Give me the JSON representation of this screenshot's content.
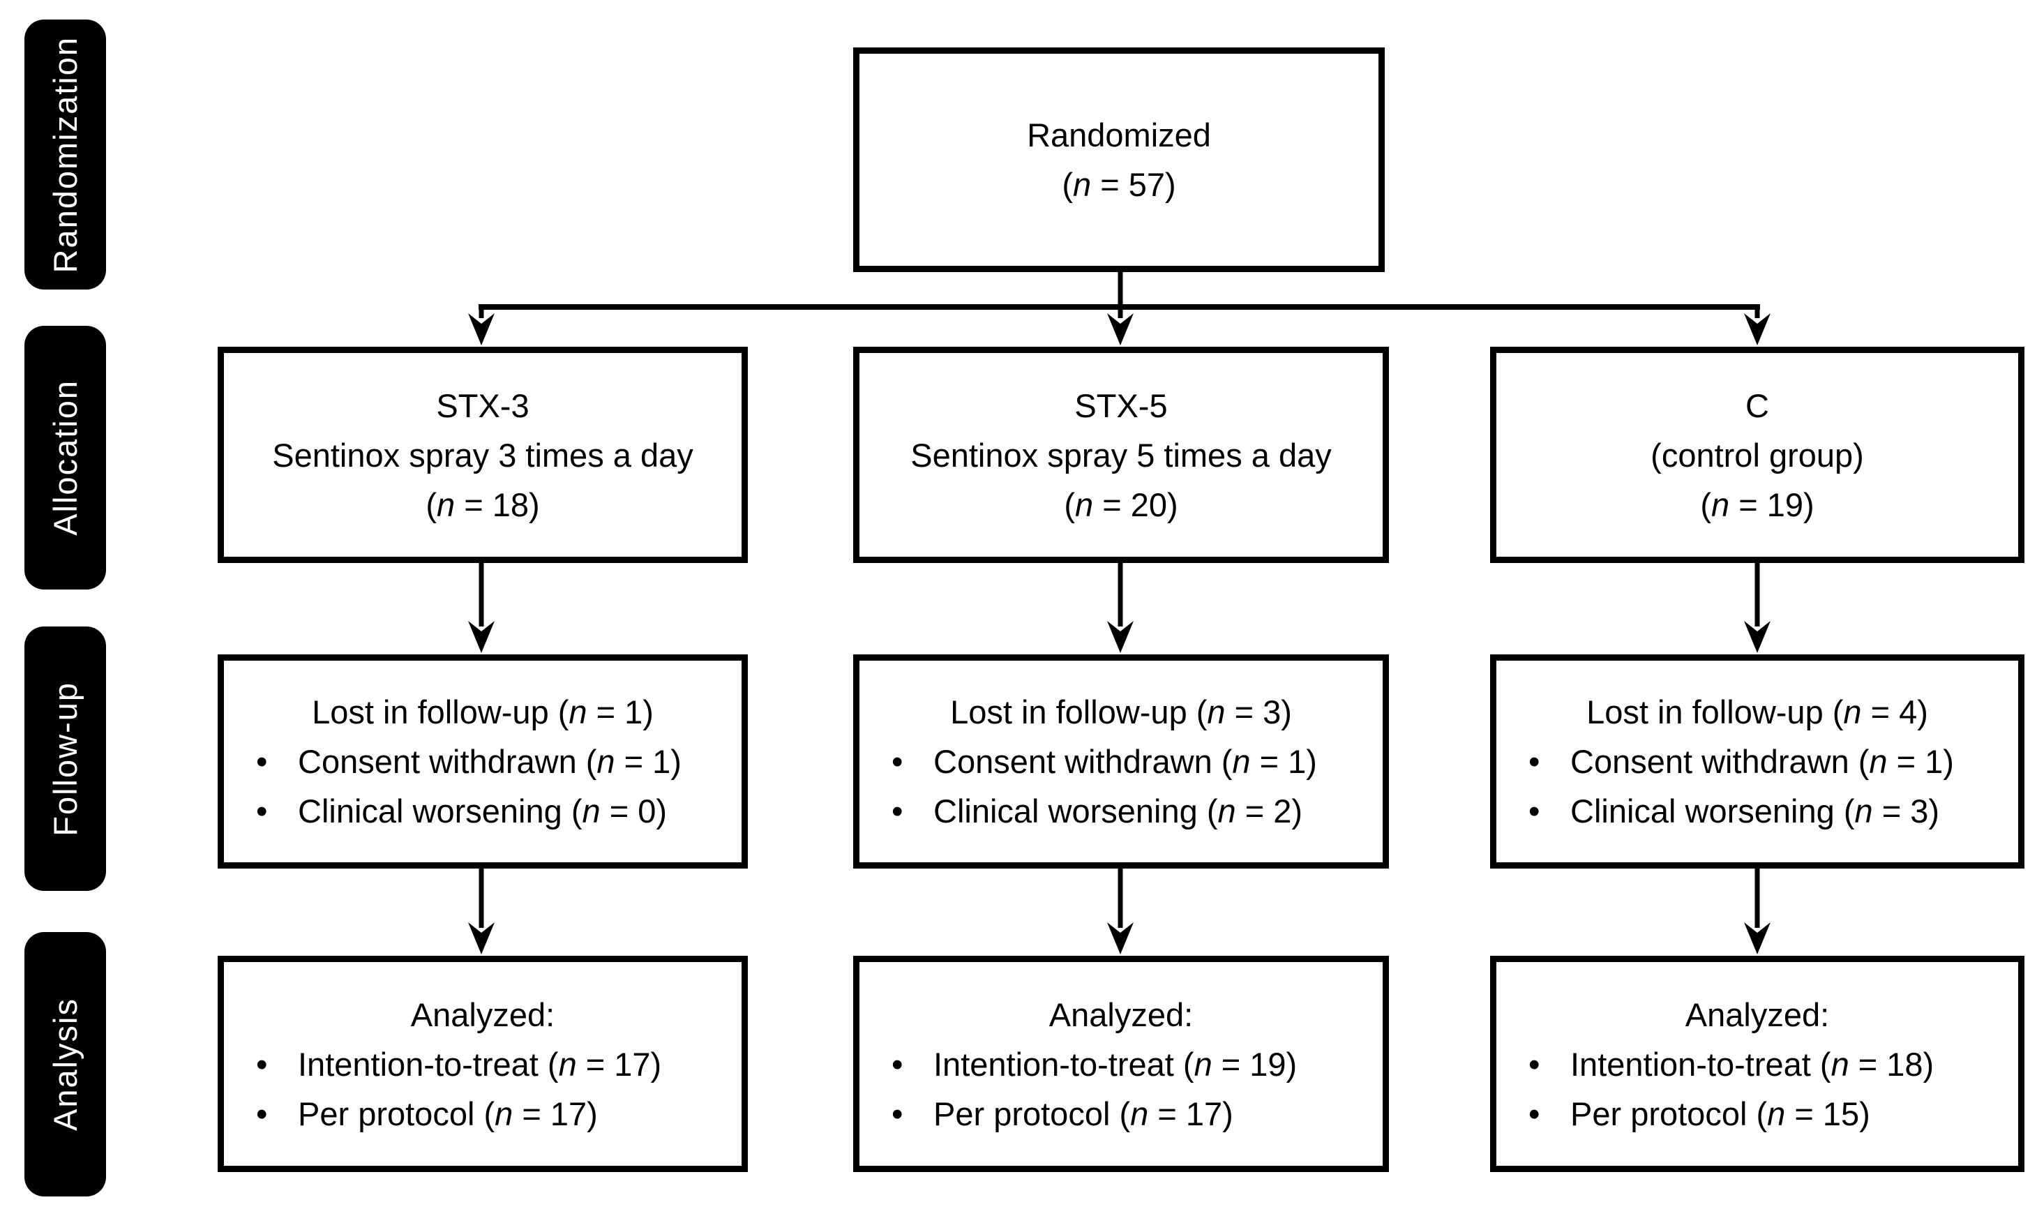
{
  "bullet": "•",
  "stages": [
    {
      "label": "Randomization"
    },
    {
      "label": "Allocation"
    },
    {
      "label": "Follow-up"
    },
    {
      "label": "Analysis"
    }
  ],
  "randomized": {
    "title": "Randomized",
    "n": {
      "pre": "(",
      "sym": "n",
      "post": " = 57)"
    }
  },
  "columns": [
    {
      "allocation": {
        "name": "STX-3",
        "desc": "Sentinox spray 3 times a day",
        "n": {
          "pre": "(",
          "sym": "n",
          "post": " = 18)"
        }
      },
      "followup": {
        "header": {
          "pre": "Lost in follow-up (",
          "sym": "n",
          "post": " = 1)"
        },
        "items": [
          {
            "pre": "Consent withdrawn (",
            "sym": "n",
            "post": " = 1)"
          },
          {
            "pre": "Clinical worsening (",
            "sym": "n",
            "post": " = 0)"
          }
        ]
      },
      "analysis": {
        "header": "Analyzed:",
        "items": [
          {
            "pre": "Intention-to-treat (",
            "sym": "n",
            "post": " = 17)"
          },
          {
            "pre": "Per protocol (",
            "sym": "n",
            "post": " = 17)"
          }
        ]
      }
    },
    {
      "allocation": {
        "name": "STX-5",
        "desc": "Sentinox spray 5 times a day",
        "n": {
          "pre": "(",
          "sym": "n",
          "post": " = 20)"
        }
      },
      "followup": {
        "header": {
          "pre": "Lost in follow-up (",
          "sym": "n",
          "post": " = 3)"
        },
        "items": [
          {
            "pre": "Consent withdrawn (",
            "sym": "n",
            "post": " = 1)"
          },
          {
            "pre": "Clinical worsening (",
            "sym": "n",
            "post": " = 2)"
          }
        ]
      },
      "analysis": {
        "header": "Analyzed:",
        "items": [
          {
            "pre": "Intention-to-treat (",
            "sym": "n",
            "post": " = 19)"
          },
          {
            "pre": "Per protocol (",
            "sym": "n",
            "post": " = 17)"
          }
        ]
      }
    },
    {
      "allocation": {
        "name": "C",
        "desc": "(control group)",
        "n": {
          "pre": "(",
          "sym": "n",
          "post": " = 19)"
        }
      },
      "followup": {
        "header": {
          "pre": "Lost in follow-up (",
          "sym": "n",
          "post": " = 4)"
        },
        "items": [
          {
            "pre": "Consent withdrawn (",
            "sym": "n",
            "post": " = 1)"
          },
          {
            "pre": "Clinical worsening (",
            "sym": "n",
            "post": " = 3)"
          }
        ]
      },
      "analysis": {
        "header": "Analyzed:",
        "items": [
          {
            "pre": "Intention-to-treat (",
            "sym": "n",
            "post": " = 18)"
          },
          {
            "pre": "Per protocol (",
            "sym": "n",
            "post": " = 15)"
          }
        ]
      }
    }
  ]
}
